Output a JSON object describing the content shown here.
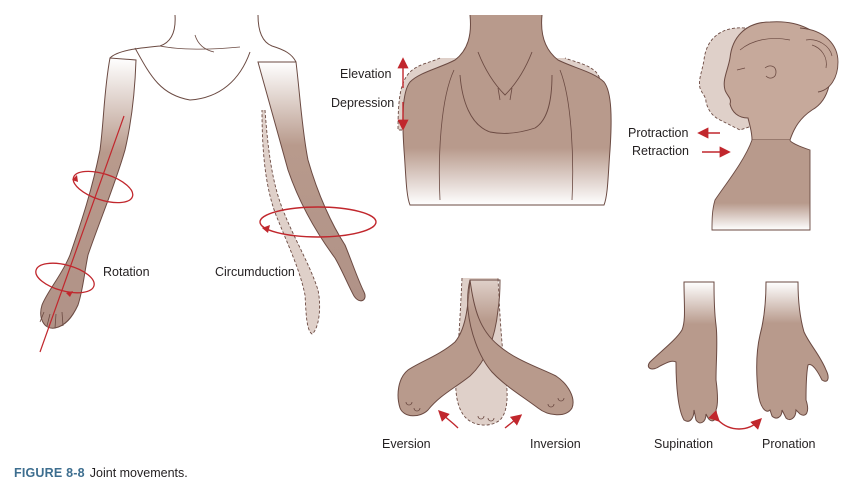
{
  "labels": {
    "rotation": "Rotation",
    "circumduction": "Circumduction",
    "elevation": "Elevation",
    "depression": "Depression",
    "protraction": "Protraction",
    "retraction": "Retraction",
    "eversion": "Eversion",
    "inversion": "Inversion",
    "supination": "Supination",
    "pronation": "Pronation"
  },
  "caption": {
    "number": "FIGURE 8-8",
    "text": "Joint movements."
  },
  "colors": {
    "skin": "#b89a8c",
    "skin_dark": "#a0837a",
    "outline": "#6b4a42",
    "arrow": "#c1272d",
    "caption_accent": "#3d6e8f"
  }
}
